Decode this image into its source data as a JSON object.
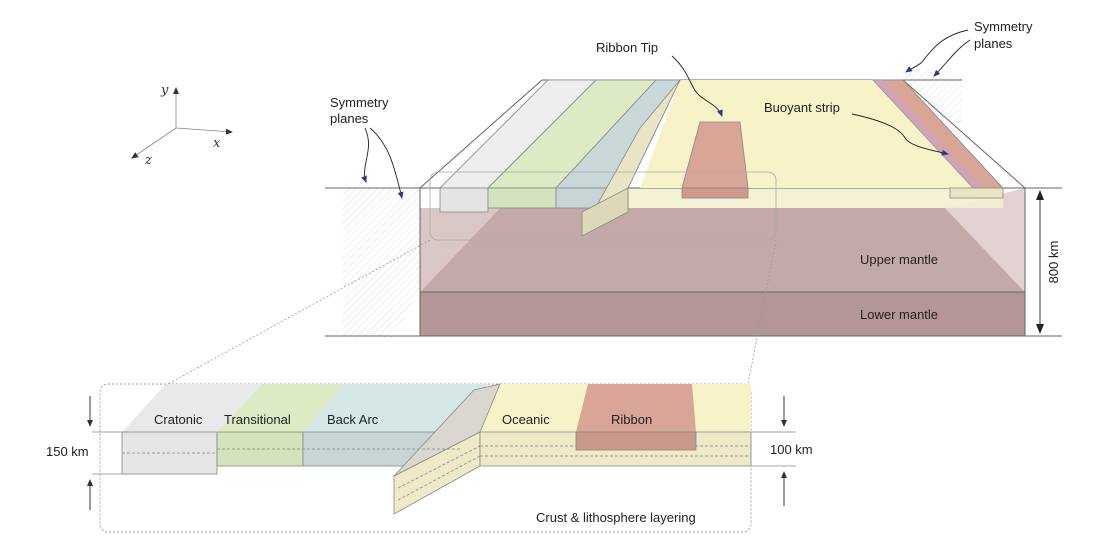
{
  "axes": {
    "x": "x",
    "y": "y",
    "z": "z"
  },
  "labels": {
    "symmetry_left": [
      "Symmetry",
      "planes"
    ],
    "symmetry_right": [
      "Symmetry",
      "planes"
    ],
    "ribbon_tip": "Ribbon Tip",
    "buoyant_strip": "Buoyant strip",
    "upper_mantle": "Upper mantle",
    "lower_mantle": "Lower mantle",
    "depth_total": "800 km"
  },
  "inset": {
    "segments": [
      "Cratonic",
      "Transitional",
      "Back Arc",
      "Oceanic",
      "Ribbon"
    ],
    "left_thickness": "150 km",
    "right_thickness": "100 km",
    "caption": "Crust & lithosphere layering"
  },
  "colors": {
    "cratonic": "#e9e9ea",
    "transitional": "#dcebc4",
    "back_arc": "#d6e8e6",
    "oceanic": "#f7f2c7",
    "ribbon": "#d9a597",
    "buoyant": "#c9a3b8",
    "upper_mantle": "#c3aaa9",
    "lower_mantle": "#b39695",
    "arrow": "#2b3a8c"
  }
}
